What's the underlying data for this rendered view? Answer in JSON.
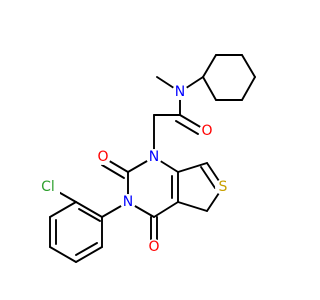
{
  "molecule": {
    "colors": {
      "bond": "#000000",
      "N": "#0000ff",
      "O": "#ff0000",
      "S": "#c8a000",
      "Cl": "#2fa02f"
    },
    "labels": {
      "n_amide": "N",
      "o_amide": "O",
      "n1": "N",
      "n3": "N",
      "o2": "O",
      "o4": "O",
      "s": "S",
      "cl": "Cl"
    }
  }
}
